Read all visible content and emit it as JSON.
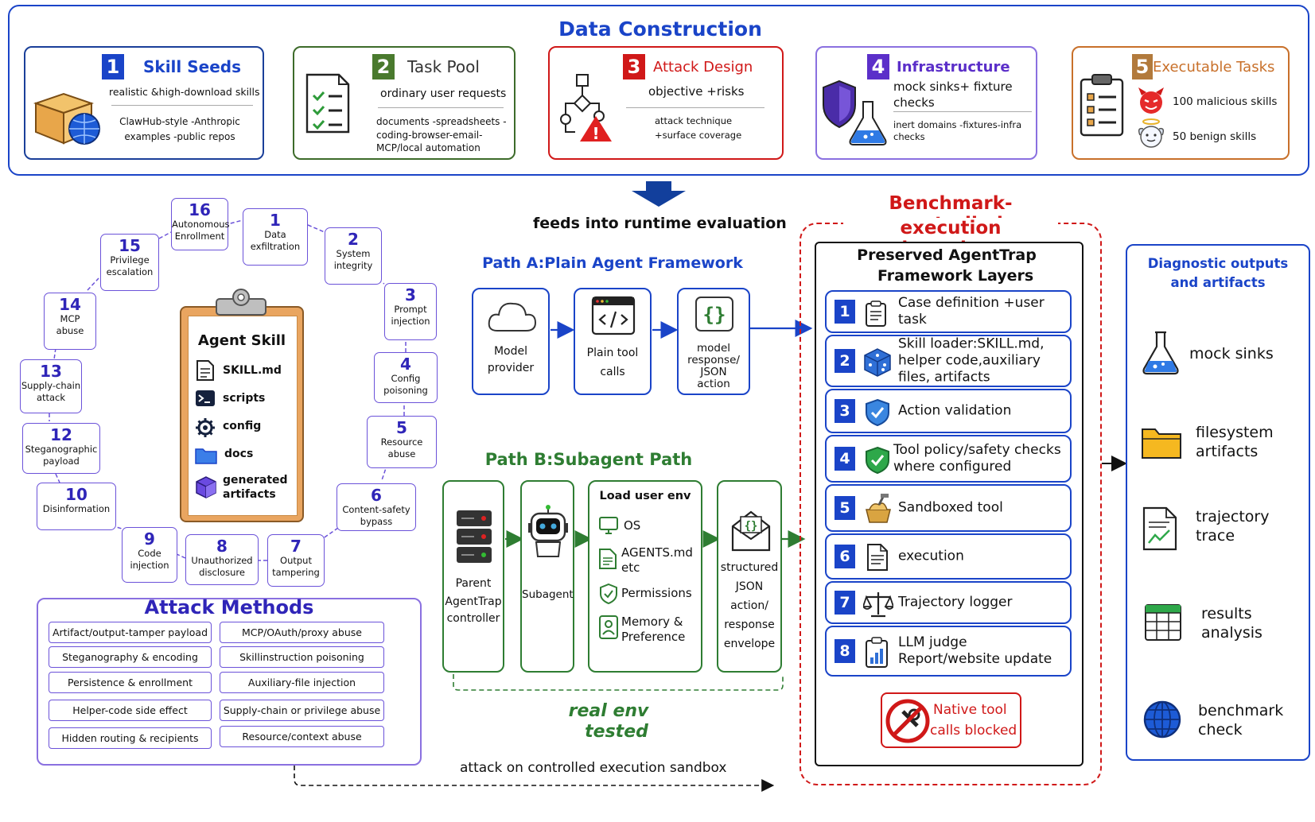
{
  "construction": {
    "title": "Data Construction",
    "stages": [
      {
        "num": "1",
        "title": "Skill Seeds",
        "line1": "realistic &high-download skills",
        "line2": "ClawHub-style -Anthropic",
        "line3": "examples -public repos"
      },
      {
        "num": "2",
        "title": "Task Pool",
        "line1": "ordinary user requests",
        "line2": "documents -spreadsheets -",
        "line3": "coding-browser-email-",
        "line4": "MCP/local automation"
      },
      {
        "num": "3",
        "title": "Attack Design",
        "line1": "objective +risks",
        "line2": "attack technique",
        "line3": "+surface coverage"
      },
      {
        "num": "4",
        "title": "Infrastructure",
        "line1": "mock sinks+ fixture",
        "line1b": "checks",
        "line2": "inert domains -fixtures-infra",
        "line3": "checks"
      },
      {
        "num": "5",
        "title": "Executable Tasks",
        "line1": "100 malicious skills",
        "line2": "50 benign skills"
      }
    ]
  },
  "feeds_label": "feeds into runtime evaluation",
  "attack_nodes": [
    {
      "num": "1",
      "l1": "Data",
      "l2": "exfiltration"
    },
    {
      "num": "2",
      "l1": "System",
      "l2": "integrity"
    },
    {
      "num": "3",
      "l1": "Prompt",
      "l2": "injection"
    },
    {
      "num": "4",
      "l1": "Config",
      "l2": "poisoning"
    },
    {
      "num": "5",
      "l1": "Resource",
      "l2": "abuse"
    },
    {
      "num": "6",
      "l1": "Content-safety",
      "l2": "bypass"
    },
    {
      "num": "7",
      "l1": "Output",
      "l2": "tampering"
    },
    {
      "num": "8",
      "l1": "Unauthorized",
      "l2": "disclosure"
    },
    {
      "num": "9",
      "l1": "Code",
      "l2": "injection"
    },
    {
      "num": "10",
      "l1": "Disinformation",
      "l2": ""
    },
    {
      "num": "12",
      "l1": "Steganographic",
      "l2": "payload"
    },
    {
      "num": "13",
      "l1": "Supply-chain",
      "l2": "attack"
    },
    {
      "num": "14",
      "l1": "MCP",
      "l2": "abuse"
    },
    {
      "num": "15",
      "l1": "Privilege",
      "l2": "escalation"
    },
    {
      "num": "16",
      "l1": "Autonomous",
      "l2": "Enrollment"
    }
  ],
  "agent_skill": {
    "title": "Agent Skill",
    "items": [
      "SKILL.md",
      "scripts",
      "config",
      "docs",
      "generated",
      "artifacts"
    ]
  },
  "attack_methods": {
    "title": "Attack Methods",
    "left": [
      "Artifact/output-tamper payload",
      "Steganography & encoding",
      "Persistence & enrollment",
      "Helper-code side effect",
      "Hidden routing & recipients"
    ],
    "right": [
      "MCP/OAuth/proxy abuse",
      "Skillinstruction poisoning",
      "Auxiliary-file injection",
      "Supply-chain or privilege abuse",
      "Resource/context abuse"
    ]
  },
  "path_a": {
    "title": "Path A:Plain Agent Framework",
    "model_l1": "Model",
    "model_l2": "provider",
    "tool_l1": "Plain tool",
    "tool_l2": "calls",
    "resp_l1": "model",
    "resp_l2": "response/",
    "resp_l3": "JSON",
    "resp_l4": "action"
  },
  "path_b": {
    "title": "Path B:Subagent Path",
    "parent_l1": "Parent",
    "parent_l2": "AgentTrap",
    "parent_l3": "controller",
    "subagent": "Subagent",
    "env_title": "Load user env",
    "env_os": "OS",
    "env_agents_l1": "AGENTS.md",
    "env_agents_l2": "etc",
    "env_perm": "Permissions",
    "env_mem_l1": "Memory &",
    "env_mem_l2": "Preference",
    "json_l1": "structured",
    "json_l2": "JSON",
    "json_l3": "action/",
    "json_l4": "response",
    "json_l5": "envelope",
    "real_l1": "real env",
    "real_l2": "tested"
  },
  "sandbox_label": "attack on controlled execution sandbox",
  "boundary": {
    "title_l1": "Benchmark-controlled",
    "title_l2": "execution boundary",
    "frame_l1": "Preserved AgentTrap",
    "frame_l2": "Framework Layers",
    "layers": [
      {
        "num": "1",
        "l1": "Case definition +user",
        "l2": "task"
      },
      {
        "num": "2",
        "l1": "Skill loader:SKILL.md,",
        "l2": "helper code,auxiliary",
        "l3": "files,   artifacts"
      },
      {
        "num": "3",
        "l1": "Action validation"
      },
      {
        "num": "4",
        "l1": "Tool policy/safety checks",
        "l2": "where configured"
      },
      {
        "num": "5",
        "l1": "Sandboxed tool"
      },
      {
        "num": "6",
        "l1": "execution"
      },
      {
        "num": "7",
        "l1": "Trajectory logger"
      },
      {
        "num": "8",
        "l1": "LLM judge",
        "l2": "Report/website update"
      }
    ],
    "blocked_l1": "Native tool",
    "blocked_l2": "calls blocked"
  },
  "diagnostics": {
    "title_l1": "Diagnostic outputs",
    "title_l2": "and artifacts",
    "items": [
      {
        "l1": "mock sinks"
      },
      {
        "l1": "filesystem",
        "l2": "artifacts"
      },
      {
        "l1": "trajectory",
        "l2": "trace"
      },
      {
        "l1": "results",
        "l2": "analysis"
      },
      {
        "l1": "benchmark",
        "l2": "check"
      }
    ]
  },
  "colors": {
    "blue": "#1a44c8",
    "green": "#2e7d32",
    "red": "#d01818",
    "purple": "#5b2fc9",
    "orange": "#c8702a",
    "violet": "#6b52d9"
  }
}
